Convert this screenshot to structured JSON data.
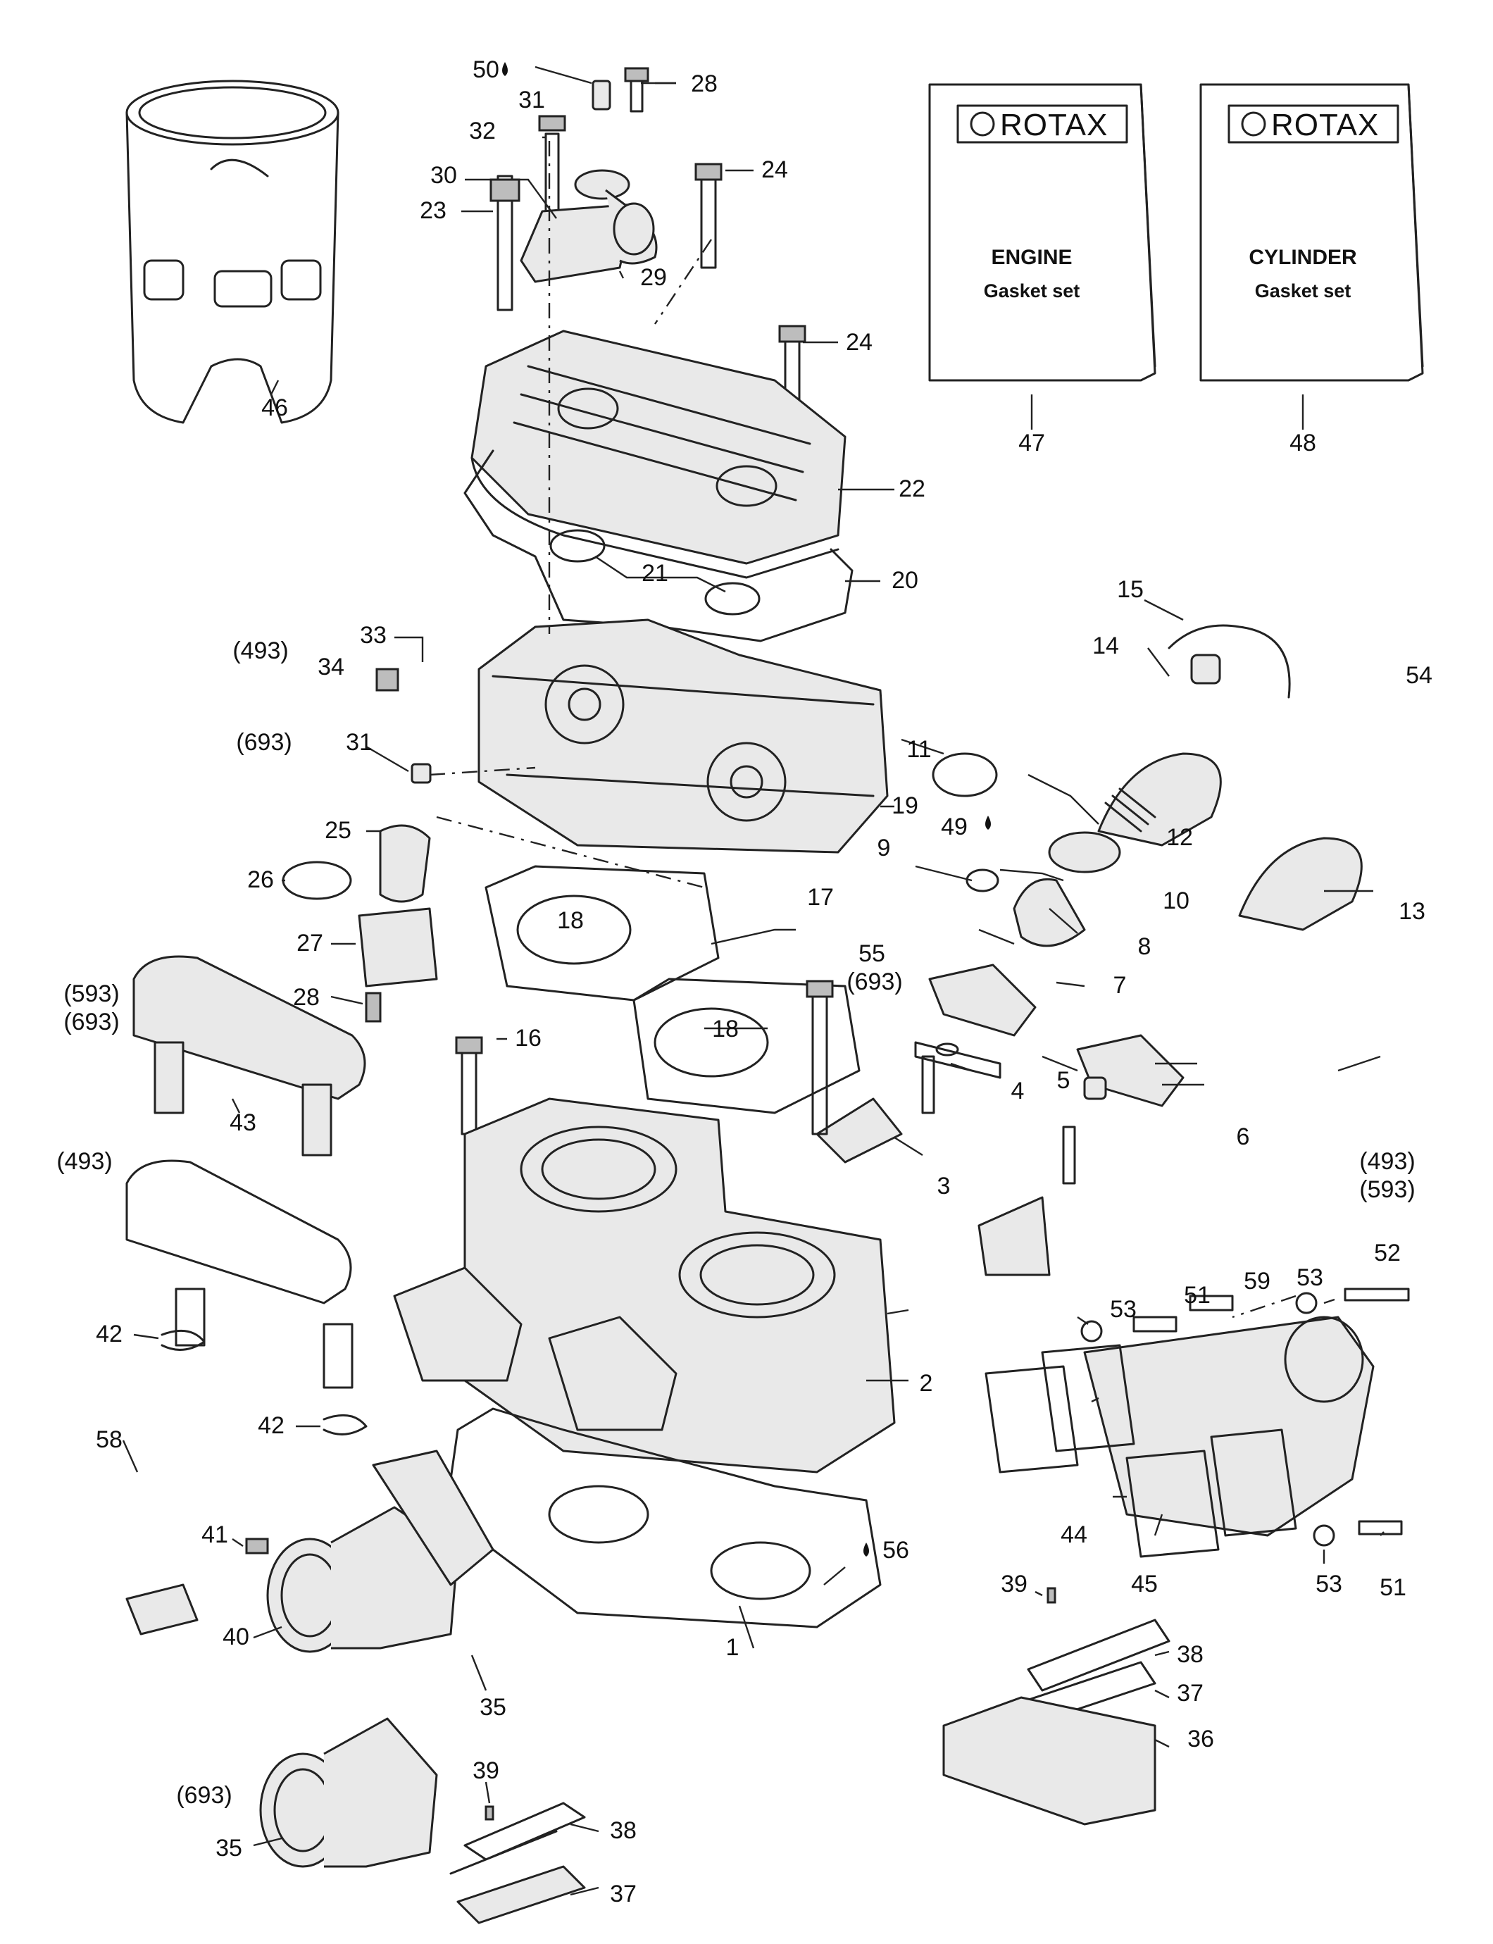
{
  "manuals": [
    {
      "brand": "ROTAX",
      "title": "ENGINE",
      "subtitle": "Gasket set",
      "ref": "47"
    },
    {
      "brand": "ROTAX",
      "title": "CYLINDER",
      "subtitle": "Gasket set",
      "ref": "48"
    }
  ],
  "labels": {
    "c1": "1",
    "c2": "2",
    "c3": "3",
    "c4": "4",
    "c5": "5",
    "c6": "6",
    "c7": "7",
    "c8": "8",
    "c9": "9",
    "c10": "10",
    "c11": "11",
    "c12": "12",
    "c13": "13",
    "c14": "14",
    "c15": "15",
    "c16": "16",
    "c17": "17",
    "c18a": "18",
    "c18b": "18",
    "c19": "19",
    "c20": "20",
    "c21": "21",
    "c22": "22",
    "c23": "23",
    "c24a": "24",
    "c24b": "24",
    "c25": "25",
    "c26": "26",
    "c27": "27",
    "c28a": "28",
    "c28b": "28",
    "c29": "29",
    "c30": "30",
    "c31a": "31",
    "c31b": "31",
    "c32": "32",
    "c33": "33",
    "c34": "34",
    "c35a": "35",
    "c35b": "35",
    "c36": "36",
    "c37a": "37",
    "c37b": "37",
    "c38a": "38",
    "c38b": "38",
    "c39a": "39",
    "c39b": "39",
    "c40": "40",
    "c41": "41",
    "c42a": "42",
    "c42b": "42",
    "c43": "43",
    "c44": "44",
    "c45": "45",
    "c46": "46",
    "c49": "49",
    "c50": "50",
    "c51a": "51",
    "c51b": "51",
    "c52": "52",
    "c53a": "53",
    "c53b": "53",
    "c53c": "53",
    "c54": "54",
    "c55": "55",
    "c56": "56",
    "c58": "58",
    "c59": "59",
    "m493a": "(493)",
    "m693a": "(693)",
    "m593a": "(593)",
    "m693b": "(693)",
    "m493b": "(493)",
    "m693c": "(693)",
    "m493c": "(493)",
    "m593b": "(593)",
    "m693d": "(693)"
  }
}
